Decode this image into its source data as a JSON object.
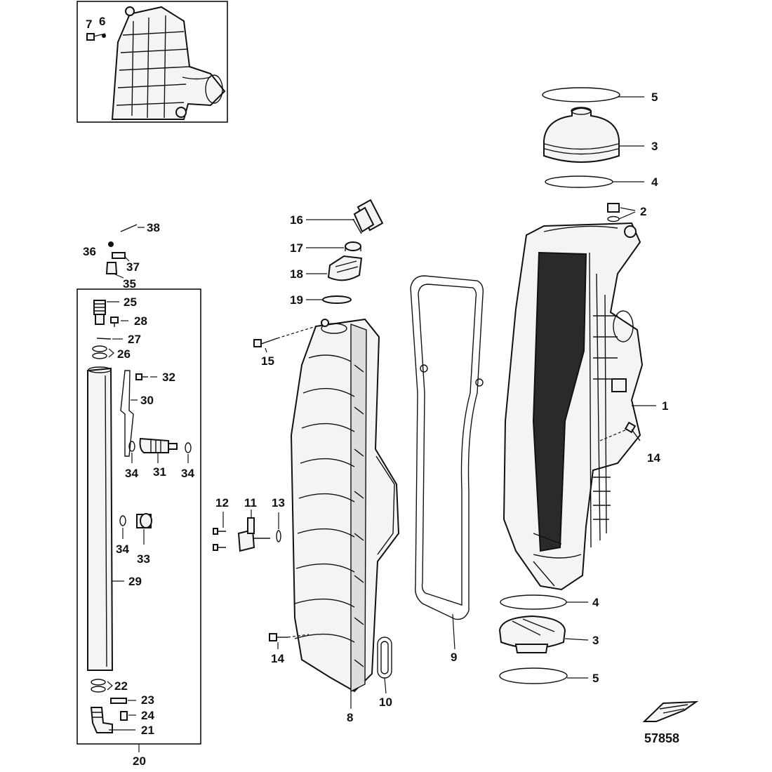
{
  "figure_number": "57858",
  "callouts": {
    "c1": "1",
    "c2": "2",
    "c3a": "3",
    "c3b": "3",
    "c4a": "4",
    "c4b": "4",
    "c5a": "5",
    "c5b": "5",
    "c6": "6",
    "c7": "7",
    "c8": "8",
    "c9": "9",
    "c10": "10",
    "c11": "11",
    "c12": "12",
    "c13": "13",
    "c14a": "14",
    "c14b": "14",
    "c15": "15",
    "c16": "16",
    "c17": "17",
    "c18": "18",
    "c19": "19",
    "c20": "20",
    "c21": "21",
    "c22": "22",
    "c23": "23",
    "c24": "24",
    "c25": "25",
    "c26": "26",
    "c27": "27",
    "c28": "28",
    "c29": "29",
    "c30": "30",
    "c31": "31",
    "c32": "32",
    "c33": "33",
    "c34a": "34",
    "c34b": "34",
    "c34c": "34",
    "c35": "35",
    "c36": "36",
    "c37": "37",
    "c38": "38"
  }
}
